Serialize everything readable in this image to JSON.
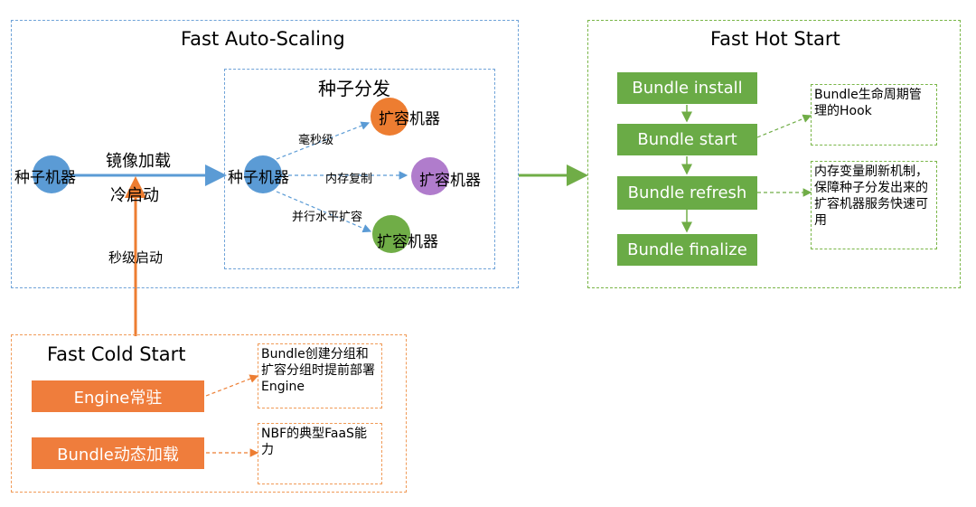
{
  "auto_scaling": {
    "title": "Fast Auto-Scaling",
    "seed_machine": "种子机器",
    "mirror_label": "镜像加载",
    "cold_label": "冷启动",
    "seconds_label": "秒级启动",
    "distribution": {
      "title": "种子分发",
      "seed_machine": "种子机器",
      "ms_label": "毫秒级",
      "memcopy_label": "内存复制",
      "parallel_label": "并行水平扩容",
      "expand_top": "扩容机器",
      "expand_mid": "扩容机器",
      "expand_bottom": "扩容机器"
    }
  },
  "hot_start": {
    "title": "Fast Hot Start",
    "steps": [
      "Bundle install",
      "Bundle start",
      "Bundle refresh",
      "Bundle finalize"
    ],
    "note1": "Bundle生命周期管理的Hook",
    "note2": "内存变量刷新机制，保障种子分发出来的扩容机器服务快速可用"
  },
  "cold_start": {
    "title": "Fast Cold Start",
    "engine_btn": "Engine常驻",
    "bundle_btn": "Bundle动态加载",
    "note1": "Bundle创建分组和扩容分组时提前部署Engine",
    "note2": "NBF的典型FaaS能力"
  },
  "colors": {
    "blue_circle": "#5b9bd5",
    "orange_circle": "#ed7d31",
    "purple_circle": "#b07ccc",
    "green_circle": "#70ad47",
    "green_btn": "#6aab46",
    "orange_btn": "#ef7d3c"
  }
}
